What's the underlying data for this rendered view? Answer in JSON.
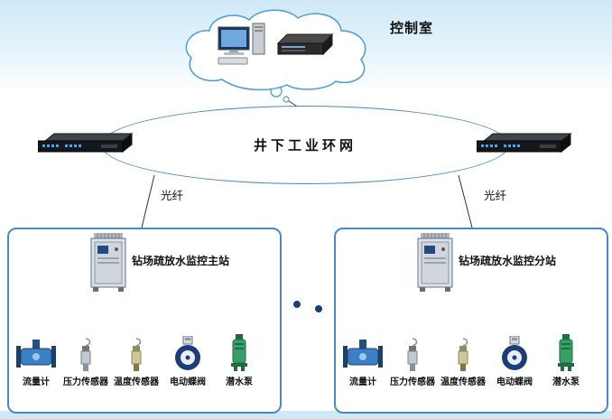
{
  "colors": {
    "band": "#cfe9f8",
    "outline_blue": "#4a86c8",
    "connector_line": "#333333",
    "valve_blue": "#1c3e78",
    "pump_green": "#37a066",
    "flow_meter_blue": "#3b7fc4"
  },
  "control_room": {
    "label": "控制室"
  },
  "ring": {
    "label": "井下工业环网"
  },
  "fiber": {
    "left_label": "光纤",
    "right_label": "光纤"
  },
  "stations": [
    {
      "title": "钻场疏放水监控主站",
      "devices": [
        {
          "label": "流量计"
        },
        {
          "label": "压力传感器"
        },
        {
          "label": "温度传感器"
        },
        {
          "label": "电动蝶阀"
        },
        {
          "label": "潜水泵"
        }
      ]
    },
    {
      "title": "钻场疏放水监控分站",
      "devices": [
        {
          "label": "流量计"
        },
        {
          "label": "压力传感器"
        },
        {
          "label": "温度传感器"
        },
        {
          "label": "电动蝶阀"
        },
        {
          "label": "潜水泵"
        }
      ]
    }
  ],
  "icons": {
    "computer": "computer-icon",
    "server": "server-icon",
    "switch": "network-switch-icon",
    "cabinet": "control-cabinet-icon",
    "flow_meter": "flow-meter-icon",
    "pressure_sensor": "pressure-sensor-icon",
    "temperature_sensor": "temperature-sensor-icon",
    "butterfly_valve": "butterfly-valve-icon",
    "submersible_pump": "submersible-pump-icon"
  }
}
